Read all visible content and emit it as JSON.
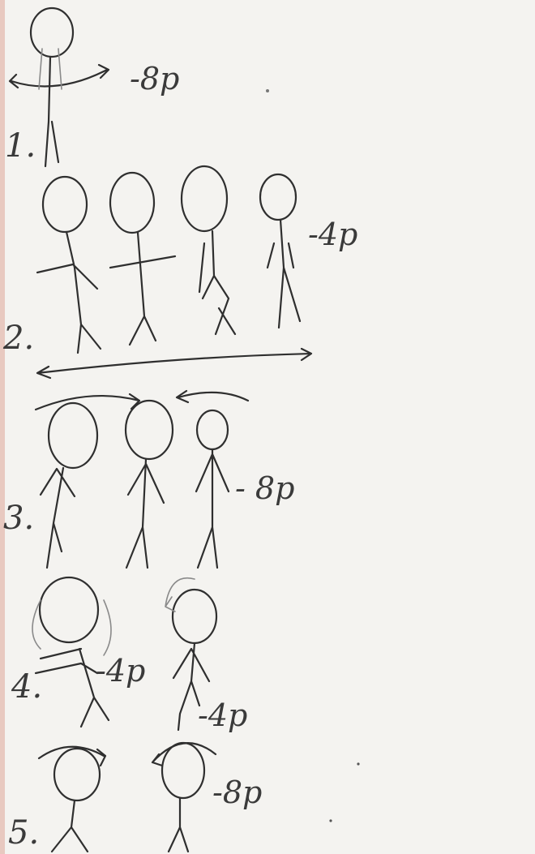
{
  "sections": [
    {
      "number": "1.",
      "note": "-8p"
    },
    {
      "number": "2.",
      "note": "-4p"
    },
    {
      "number": "3.",
      "note": "- 8p"
    },
    {
      "number": "4.",
      "notes": [
        "-4p",
        "-4p"
      ]
    },
    {
      "number": "5.",
      "note": "-8p"
    }
  ],
  "paper_color": "#f4f3f0",
  "pencil_color": "#2f2f2f"
}
